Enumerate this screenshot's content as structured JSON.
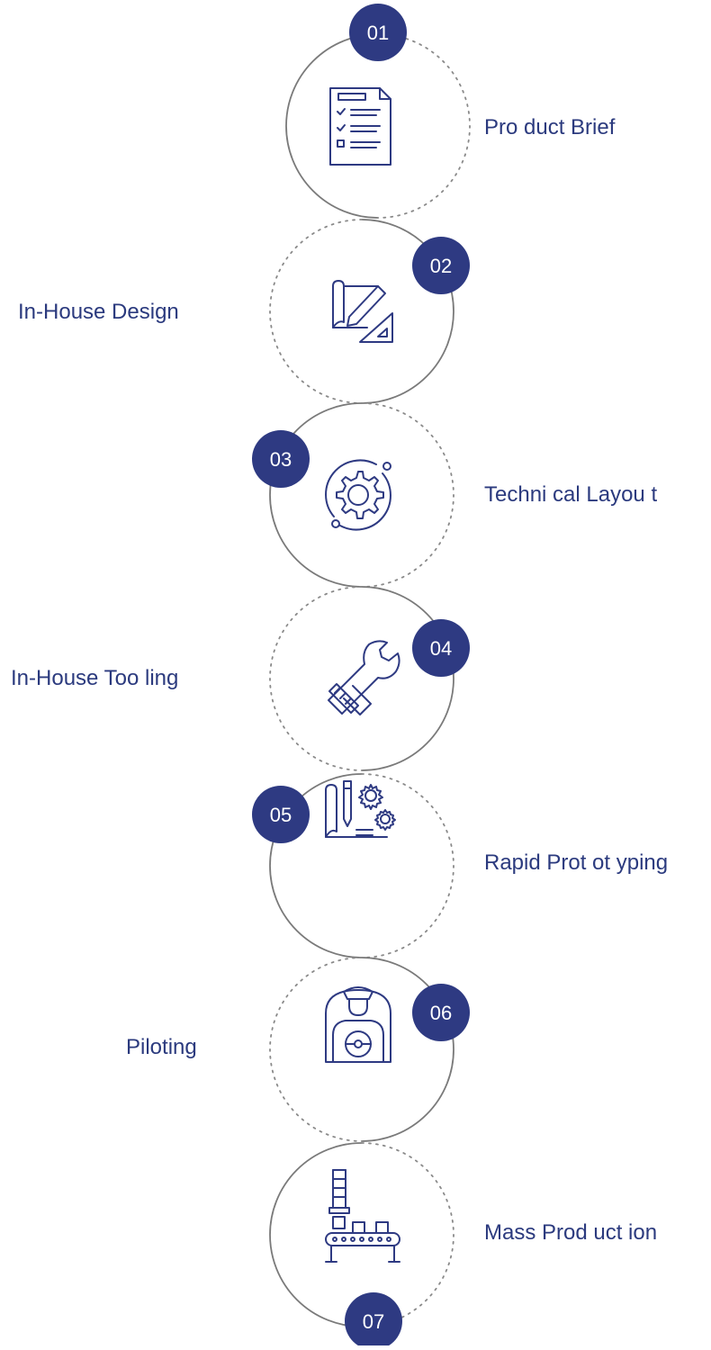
{
  "colors": {
    "navy": "#2e3a82",
    "arc_solid": "#7a7a7a",
    "arc_dotted": "#8a8a8a"
  },
  "steps": [
    {
      "number": "01",
      "label": "Pro duct  Brief",
      "icon": "checklist-icon"
    },
    {
      "number": "02",
      "label": "In-House Design",
      "icon": "blueprint-pencil-icon"
    },
    {
      "number": "03",
      "label": "Techni  cal Layou t",
      "icon": "gear-orbit-icon"
    },
    {
      "number": "04",
      "label": "In-House Too ling",
      "icon": "wrench-tool-icon"
    },
    {
      "number": "05",
      "label": "Rapid Prot ot yping",
      "icon": "prototype-gears-icon"
    },
    {
      "number": "06",
      "label": "Piloting",
      "icon": "pilot-icon"
    },
    {
      "number": "07",
      "label": "Mass Prod uct ion",
      "icon": "conveyor-production-icon"
    }
  ]
}
